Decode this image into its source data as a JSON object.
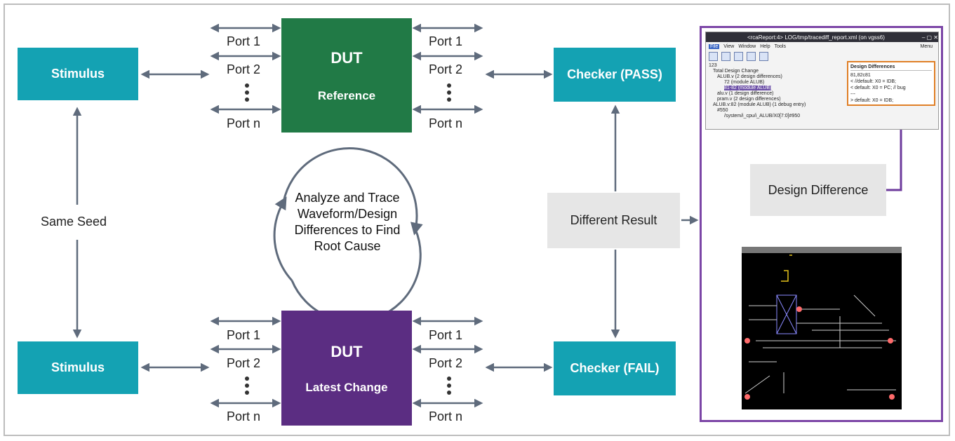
{
  "stimulus_top": "Stimulus",
  "stimulus_bottom": "Stimulus",
  "same_seed": "Same Seed",
  "dut_top": {
    "title": "DUT",
    "subtitle": "Reference"
  },
  "dut_bottom": {
    "title": "DUT",
    "subtitle": "Latest Change"
  },
  "ports": [
    "Port 1",
    "Port 2",
    "Port n"
  ],
  "checker_pass": "Checker (PASS)",
  "checker_fail": "Checker (FAIL)",
  "different_result": "Different Result",
  "analyze_text": [
    "Analyze and Trace",
    "Waveform/Design",
    "Differences to Find",
    "Root Cause"
  ],
  "design_difference": "Design Difference",
  "colors": {
    "teal": "#14a2b3",
    "dut_green": "#217a46",
    "dut_purple": "#5b2d82",
    "arrow": "#5f6b7c",
    "panel_border": "#7b45a6",
    "callout": "#e07f26"
  },
  "screenshot": {
    "title": "<rcaReport:4> LOG/tmp/tracediff_report.xml (on vgss6)",
    "menu": [
      "File",
      "View",
      "Window",
      "Help",
      "Tools"
    ],
    "menu_right": "Menu",
    "tree": [
      "123",
      "Total Design Change",
      "ALUB.v (2 design differences)",
      "72 (module ALUB)",
      "81-82 (module ALUB)",
      "alu.v (1 design difference)",
      "pram.v (2 design differences)",
      "ALUB.v:82 (module ALUB) (1 debug entry)",
      "#550",
      "/system/i_cpu/i_ALUB/X0[7:0]#950"
    ],
    "diff_header": "Design Differences",
    "diff_lines": [
      "81,82c81",
      "<        //default:      X0 = IDB;",
      "<     default:     X0 = PC;   // bug",
      "---",
      ">     default:      X0 = IDB;"
    ]
  }
}
